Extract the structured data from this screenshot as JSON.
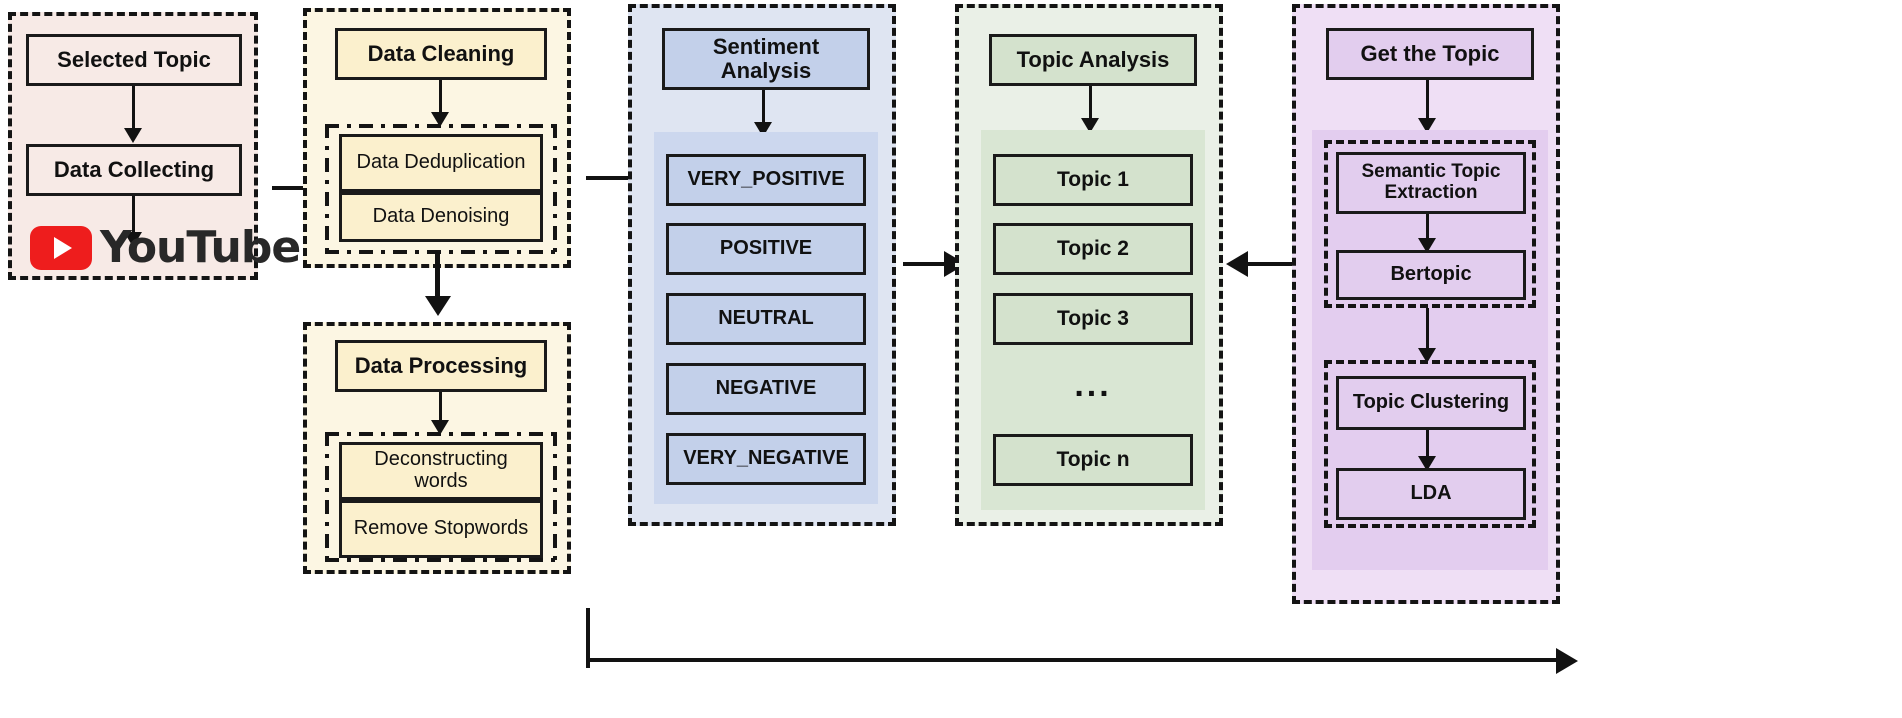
{
  "diagram": {
    "title": "YouTube comment sentiment and topic analysis pipeline",
    "colors": {
      "collection_bg": "#f7eae6",
      "cleaning_bg": "#fcf6e3",
      "cleaning_node": "#fbf0cd",
      "sentiment_bg": "#dfe5f2",
      "sentiment_node": "#c3d0ea",
      "topic_bg": "#eaf0e7",
      "topic_node": "#d4e2cd",
      "gettopic_bg": "#efdff5",
      "gettopic_node": "#e2cdee",
      "stroke": "#141414",
      "youtube_red": "#ee1d1d"
    },
    "columns": [
      {
        "id": "data-collection",
        "header": "Selected Topic",
        "nodes": [
          "Selected Topic",
          "Data Collecting"
        ],
        "logo": {
          "name": "youtube-logo",
          "wordmark": "YouTube"
        }
      },
      {
        "id": "data-cleaning",
        "header": "Data Cleaning",
        "children": [
          "Data Deduplication",
          "Data Denoising"
        ]
      },
      {
        "id": "data-processing",
        "header": "Data Processing",
        "children": [
          "Deconstructing words",
          "Remove Stopwords"
        ]
      },
      {
        "id": "sentiment-analysis",
        "header": "Sentiment Analysis",
        "children": [
          "VERY_POSITIVE",
          "POSITIVE",
          "NEUTRAL",
          "NEGATIVE",
          "VERY_NEGATIVE"
        ]
      },
      {
        "id": "topic-analysis",
        "header": "Topic Analysis",
        "children": [
          "Topic 1",
          "Topic 2",
          "Topic 3",
          "Topic n"
        ],
        "ellipsis": "..."
      },
      {
        "id": "get-the-topic",
        "header": "Get the Topic",
        "group_a": [
          "Semantic Topic Extraction",
          "Bertopic"
        ],
        "group_b": [
          "Topic Clustering",
          "LDA"
        ]
      }
    ],
    "labels": {
      "selected_topic": "Selected Topic",
      "data_collecting": "Data Collecting",
      "youtube": "YouTube",
      "data_cleaning": "Data Cleaning",
      "data_deduplication": "Data Deduplication",
      "data_denoising": "Data Denoising",
      "data_processing": "Data Processing",
      "deconstructing_words": "Deconstructing words",
      "remove_stopwords": "Remove Stopwords",
      "sentiment_analysis": "Sentiment Analysis",
      "very_positive": "VERY_POSITIVE",
      "positive": "POSITIVE",
      "neutral": "NEUTRAL",
      "negative": "NEGATIVE",
      "very_negative": "VERY_NEGATIVE",
      "topic_analysis": "Topic Analysis",
      "topic_1": "Topic 1",
      "topic_2": "Topic 2",
      "topic_3": "Topic 3",
      "topic_ellipsis": "...",
      "topic_n": "Topic n",
      "get_the_topic": "Get the Topic",
      "semantic_topic_extraction": "Semantic Topic Extraction",
      "bertopic": "Bertopic",
      "topic_clustering": "Topic Clustering",
      "lda": "LDA"
    }
  }
}
